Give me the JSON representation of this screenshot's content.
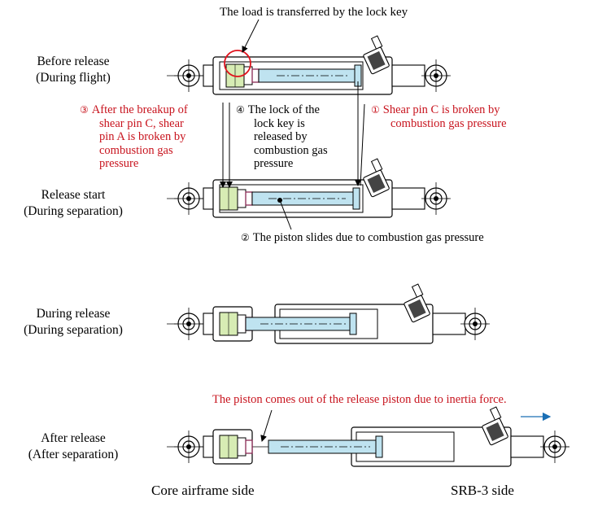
{
  "caption_top": "The load is transferred by the lock key",
  "stages": [
    {
      "line1": "Before release",
      "line2": "(During flight)"
    },
    {
      "line1": "Release start",
      "line2": "(During separation)"
    },
    {
      "line1": "During release",
      "line2": "(During separation)"
    },
    {
      "line1": "After release",
      "line2": "(After separation)"
    }
  ],
  "notes": {
    "n3": {
      "num": "③",
      "line1": "After the breakup of",
      "line2": "shear pin C, shear",
      "line3": "pin A is broken by",
      "line4": "combustion gas",
      "line5": "pressure"
    },
    "n4": {
      "num": "④",
      "line1": "The lock of the",
      "line2": "lock key is",
      "line3": "released by",
      "line4": "combustion gas",
      "line5": "pressure"
    },
    "n1": {
      "num": "①",
      "line1": "Shear pin C is broken by",
      "line2": "combustion gas pressure"
    },
    "n2": {
      "num": "②",
      "text": "The piston slides due to combustion gas pressure"
    },
    "inertia": "The piston comes out of the release piston due to inertia force."
  },
  "sides": {
    "left": "Core airframe side",
    "right": "SRB-3 side"
  },
  "colors": {
    "piston": "#bfe3f0",
    "lock_key": "#d7ecb4",
    "note_red": "#c8141e",
    "arrow_blue": "#1a6fb5"
  }
}
